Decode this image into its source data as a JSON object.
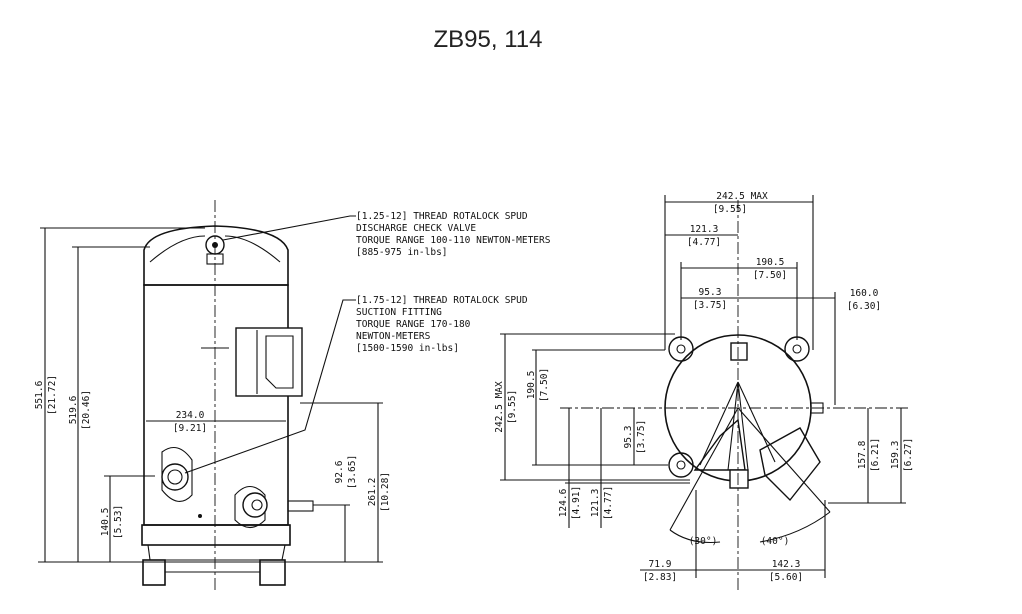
{
  "title": "ZB95, 114",
  "notes": {
    "discharge": [
      "[1.25-12] THREAD ROTALOCK SPUD",
      "DISCHARGE CHECK VALVE",
      "TORQUE RANGE 100-110 NEWTON-METERS",
      "[885-975 in-lbs]"
    ],
    "suction": [
      "[1.75-12] THREAD ROTALOCK SPUD",
      "SUCTION FITTING",
      "TORQUE RANGE 170-180",
      "NEWTON-METERS",
      "[1500-1590 in-lbs]"
    ]
  },
  "side_view": {
    "overall_height": [
      "551.6",
      "[21.72]"
    ],
    "body_height": [
      "519.6",
      "[20.46]"
    ],
    "diameter": [
      "234.0",
      "[9.21]"
    ],
    "suction_height": [
      "140.5",
      "[5.53]"
    ],
    "discharge_side_height": [
      "92.6",
      "[3.65]"
    ],
    "box_height": [
      "261.2",
      "[10.28]"
    ]
  },
  "top_view": {
    "width_max": [
      "242.5 MAX",
      "[9.55]"
    ],
    "half_width": [
      "121.3",
      "[4.77]"
    ],
    "mount_span": [
      "190.5",
      "[7.50]"
    ],
    "mount_half": [
      "95.3",
      "[3.75]"
    ],
    "fitting_offset": [
      "160.0",
      "[6.30]"
    ],
    "depth_max": [
      "242.5 MAX",
      "[9.55]"
    ],
    "mount_span_v": [
      "190.5",
      "[7.50]"
    ],
    "mount_half_v": [
      "95.3",
      "[3.75]"
    ],
    "suction_depth": [
      "124.6",
      "[4.91]"
    ],
    "discharge_depth": [
      "121.3",
      "[4.77]"
    ],
    "box_depth": [
      "157.8",
      "[6.21]"
    ],
    "box_depth_max": [
      "159.3",
      "[6.27]"
    ],
    "angle_left": "(30°)",
    "angle_right": "(40°)",
    "left_offset": [
      "71.9",
      "[2.83]"
    ],
    "right_offset": [
      "142.3",
      "[5.60]"
    ]
  }
}
